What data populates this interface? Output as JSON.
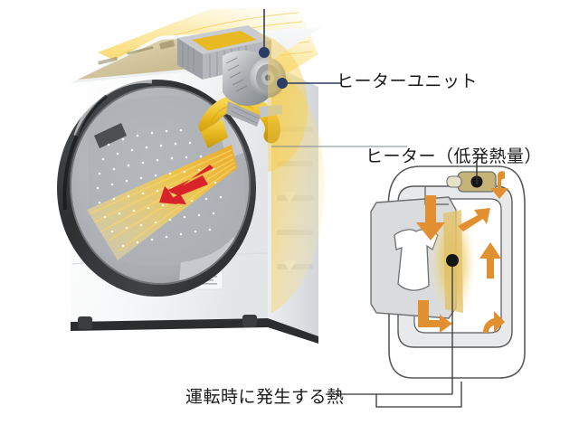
{
  "figure": {
    "type": "technical-illustration",
    "subject": "drum-type washer dryer heat pump / heater airflow cutaway"
  },
  "labels": {
    "heater_unit": "ヒーターユニット",
    "heater_low_heat": "ヒーター（低発熱量）",
    "operating_heat": "運転時に発生する熱"
  },
  "colors": {
    "background": "#ffffff",
    "body_white": "#f4f5f6",
    "body_shade": "#dcdfe2",
    "panel_gold": "#cbbf9a",
    "panel_gold_light": "#e7dfc4",
    "drum_gray": "#b9bcbf",
    "drum_dark": "#8d9195",
    "door_rim": "#2f3133",
    "airflow_yellow": "#f2c33c",
    "airflow_yellow_light": "#fbe38f",
    "duct_yellow": "#e8b923",
    "arrow_red": "#d8232a",
    "leader_navy": "#2b3d66",
    "leader_black": "#333333",
    "schematic_outline": "#5a5a5a",
    "schematic_fill": "#d9dbdd",
    "arrow_orange": "#e2902f",
    "heater_khaki": "#c6b377",
    "heat_glow": "#e8c55c",
    "text": "#1a1a1a"
  },
  "schematic": {
    "heater_dot_label_link": true,
    "garment": "t-shirt",
    "airflow_arrows": [
      {
        "name": "inlet-down-arrow",
        "direction": "down"
      },
      {
        "name": "top-return-arrow",
        "direction": "left-curve"
      },
      {
        "name": "drum-exit-arrow",
        "direction": "up-right"
      },
      {
        "name": "right-duct-arrow",
        "direction": "up"
      },
      {
        "name": "bottom-right-arrow",
        "direction": "up-curve"
      },
      {
        "name": "bottom-left-arrow",
        "direction": "down-right"
      }
    ]
  },
  "machine": {
    "door": "front-load drum door",
    "control_panel": "top sloped control panel",
    "heater_unit_component": "heater and blower assembly",
    "airflow_indicator": "yellow airflow spray into drum",
    "direction_arrow": "red arrow"
  }
}
